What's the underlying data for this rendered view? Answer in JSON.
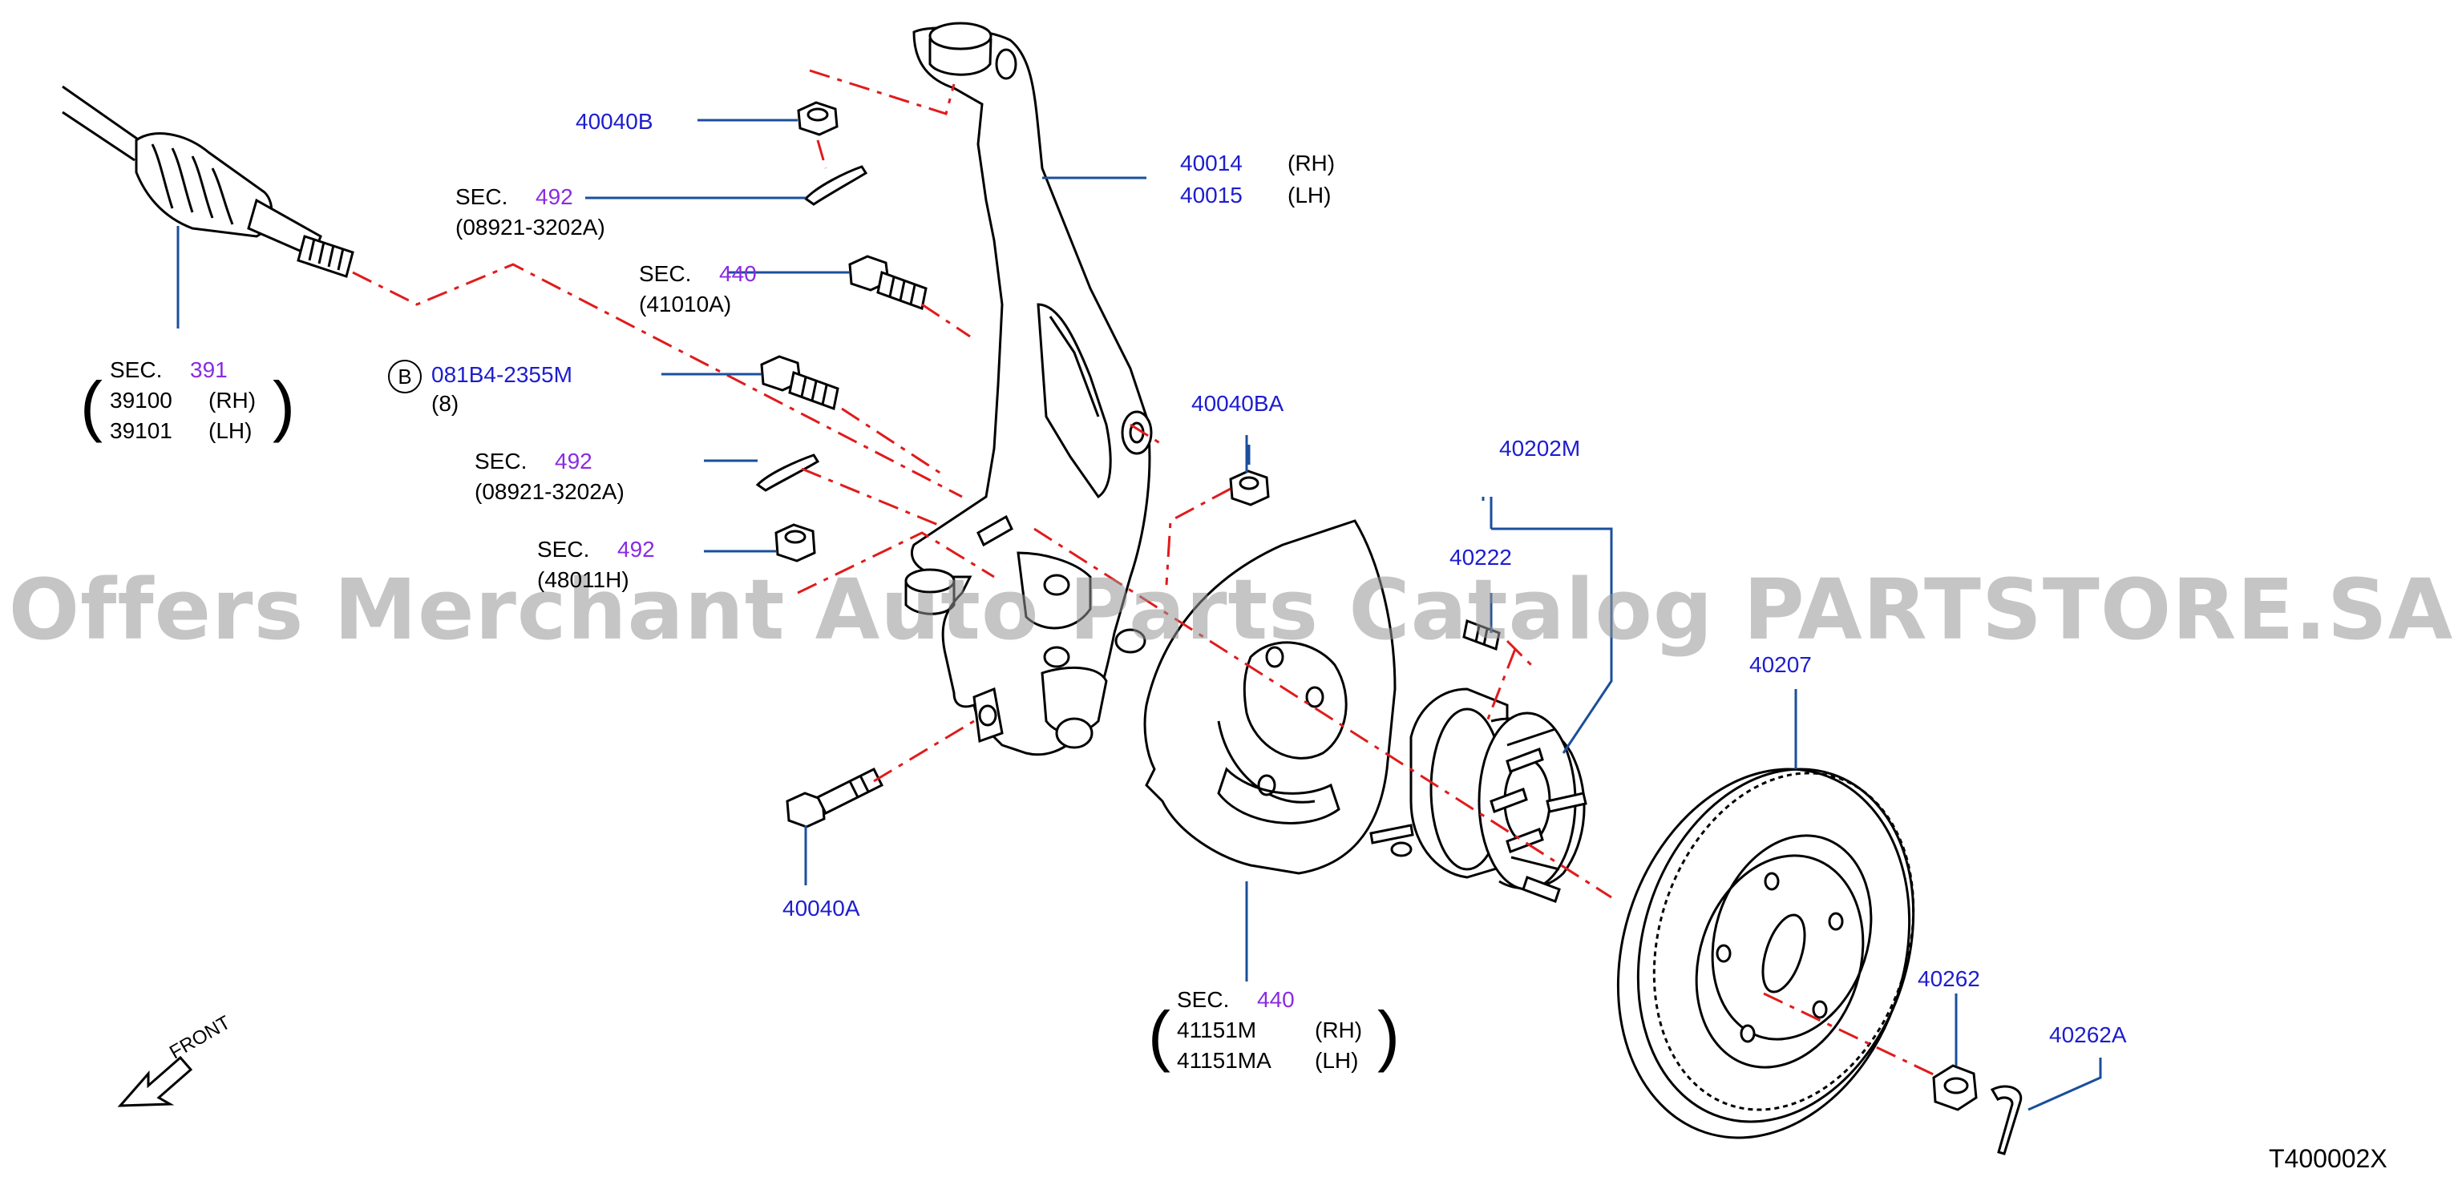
{
  "colors": {
    "callout_blue": "#1d1dcf",
    "section_purple": "#8a2be2",
    "centerline_red": "#e01b1b",
    "line_black": "#000000",
    "leader_blue": "#1a4f9c"
  },
  "watermark": "Offers Merchant Auto Parts Catalog PARTSTORE.SA",
  "drawing_code": "T400002X",
  "front_arrow_label": "FRONT",
  "callouts": {
    "p40040B": "40040B",
    "p40014": "40014",
    "p40014_side": "(RH)",
    "p40015": "40015",
    "p40015_side": "(LH)",
    "sec492a_prefix": "SEC.",
    "sec492a_num": "492",
    "sec492a_sub": "(08921-3202A)",
    "sec440a_prefix": "SEC.",
    "sec440a_num": "440",
    "sec440a_sub": "(41010A)",
    "sec391_prefix": "SEC.",
    "sec391_num": "391",
    "p39100": "39100",
    "p39100_side": "(RH)",
    "p39101": "39101",
    "p39101_side": "(LH)",
    "bolt_b_symbol": "B",
    "bolt_b_code": "081B4-2355M",
    "bolt_b_qty": "(8)",
    "sec492b_prefix": "SEC.",
    "sec492b_num": "492",
    "sec492b_sub": "(08921-3202A)",
    "sec492c_prefix": "SEC.",
    "sec492c_num": "492",
    "sec492c_sub": "(48011H)",
    "p40040BA": "40040BA",
    "p40202M": "40202M",
    "p40222": "40222",
    "p40207": "40207",
    "p40040A": "40040A",
    "sec440b_prefix": "SEC.",
    "sec440b_num": "440",
    "p41151M": "41151M",
    "p41151M_side": "(RH)",
    "p41151MA": "41151MA",
    "p41151MA_side": "(LH)",
    "p40262": "40262",
    "p40262A": "40262A"
  }
}
